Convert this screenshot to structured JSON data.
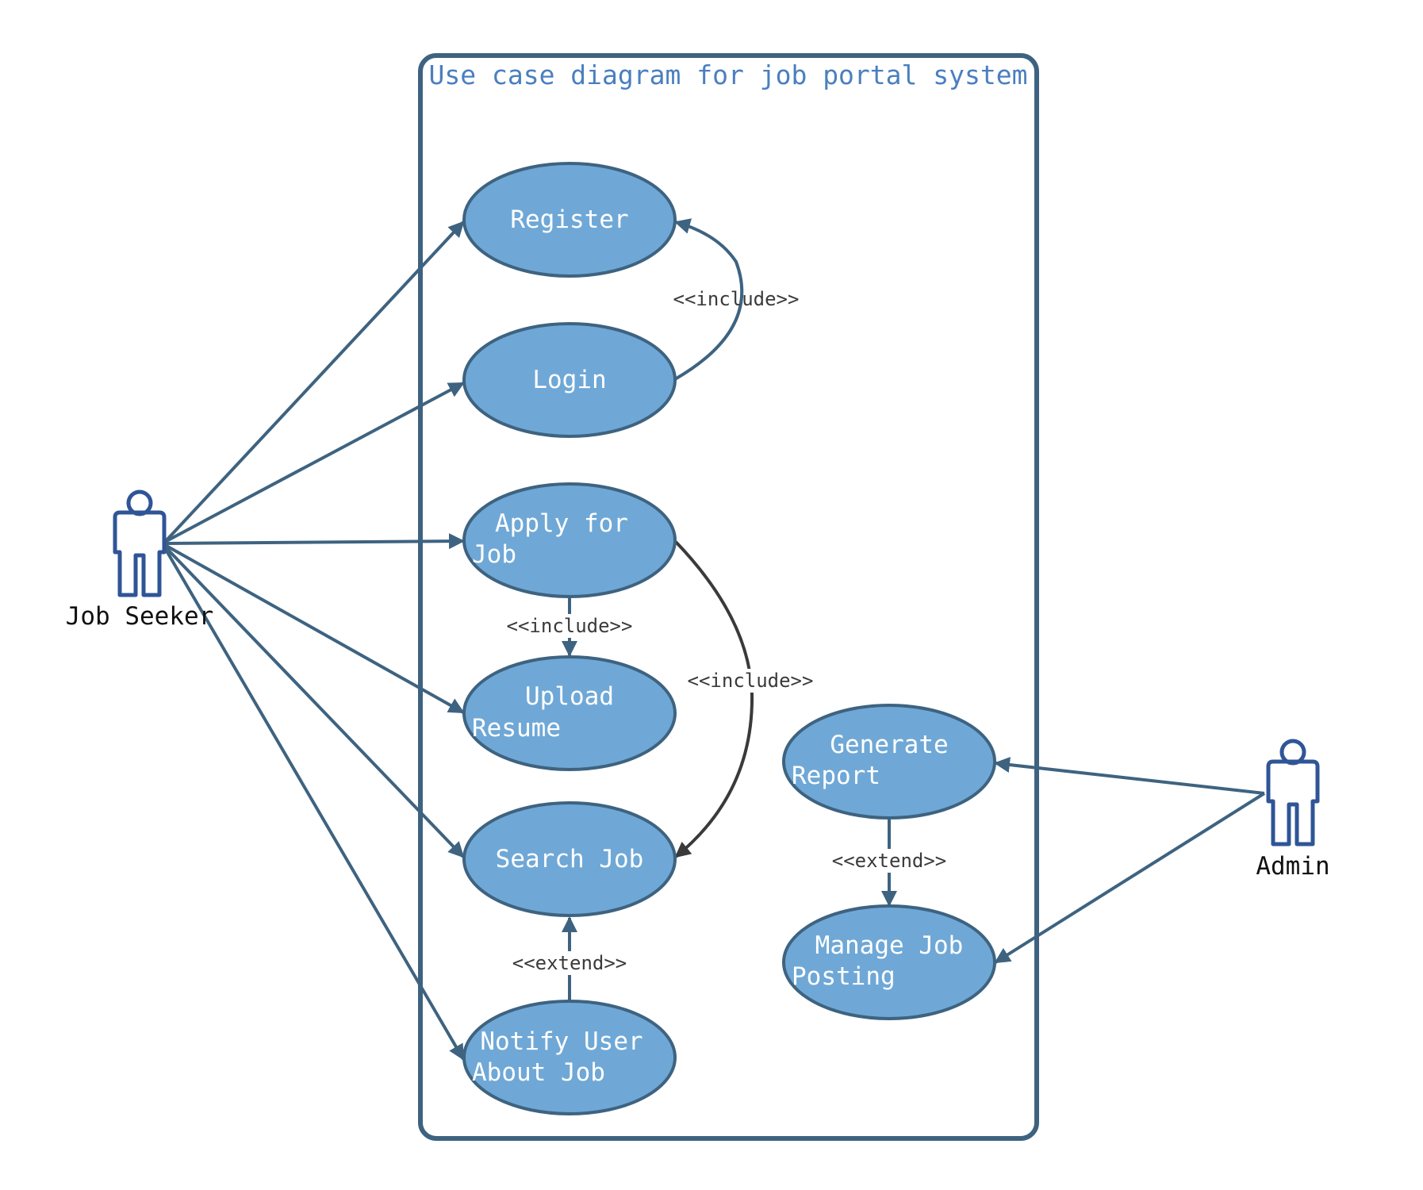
{
  "diagram": {
    "title": "Use case diagram for job portal system",
    "type": "use-case",
    "colors": {
      "usecase_fill": "#6fa8d6",
      "line": "#3e6380",
      "actor": "#2f5597",
      "title": "#4a7fc0"
    },
    "actors": {
      "job_seeker": "Job Seeker",
      "admin": "Admin"
    },
    "usecases": {
      "register": "Register",
      "login": "Login",
      "apply_for_job": [
        "Apply for",
        "Job"
      ],
      "upload_resume": [
        "Upload",
        "Resume"
      ],
      "search_job": "Search Job",
      "notify_user": [
        "Notify User",
        "About Job"
      ],
      "generate_report": [
        "Generate",
        "Report"
      ],
      "manage_job_posting": [
        "Manage Job",
        "Posting"
      ]
    },
    "relations": {
      "login_include_register": "<<include>>",
      "apply_include_upload": "<<include>>",
      "apply_include_search": "<<include>>",
      "notify_extend_search": "<<extend>>",
      "report_extend_manage": "<<extend>>"
    },
    "associations": [
      {
        "from": "Job Seeker",
        "to": "Register"
      },
      {
        "from": "Job Seeker",
        "to": "Login"
      },
      {
        "from": "Job Seeker",
        "to": "Apply for Job"
      },
      {
        "from": "Job Seeker",
        "to": "Upload Resume"
      },
      {
        "from": "Job Seeker",
        "to": "Search Job"
      },
      {
        "from": "Job Seeker",
        "to": "Notify User About Job"
      },
      {
        "from": "Admin",
        "to": "Generate Report"
      },
      {
        "from": "Admin",
        "to": "Manage Job Posting"
      }
    ]
  }
}
